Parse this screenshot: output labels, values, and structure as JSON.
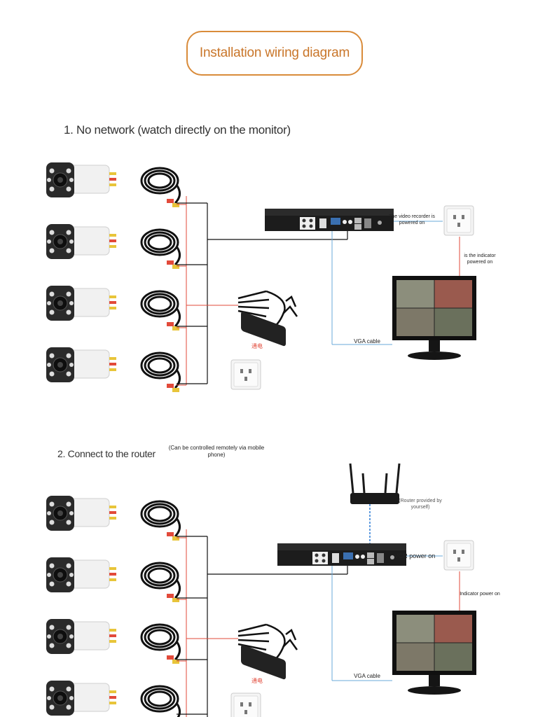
{
  "header": {
    "title": "Installation wiring diagram"
  },
  "section1": {
    "title": "1. No network (watch directly on the monitor)",
    "nvr_label": "The video recorder is powered on",
    "monitor_label": "is the indicator powered on",
    "vga_label": "VGA cable",
    "psu_label": "通电"
  },
  "section2": {
    "title": "2. Connect to the router",
    "subtitle": "(Can be controlled remotely via mobile phone)",
    "router_label": "(Router provided by yourself)",
    "nvr_label": "VCR power on",
    "monitor_label": "Indicator power on",
    "vga_label": "VGA cable",
    "psu_label": "通电"
  },
  "colors": {
    "accent": "#d98b3a",
    "cable": "#111111",
    "wire_red": "#e24a3a",
    "wire_blue": "#6aa8d8",
    "device": "#1c1c1c"
  }
}
